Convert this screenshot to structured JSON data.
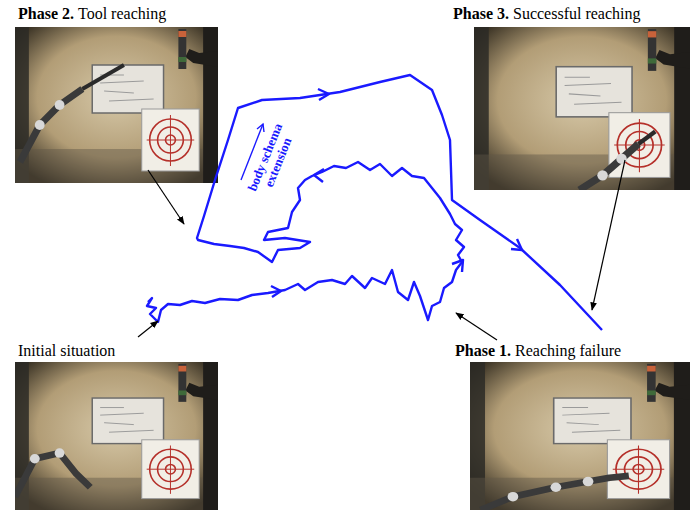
{
  "diagram": {
    "nodes": [
      {
        "text": [
          "Phase 2.",
          "Tool reaching"
        ]
      },
      {
        "text": [
          "Phase 3.",
          "Successful reaching"
        ]
      },
      {
        "text": [
          "Initial situation"
        ]
      },
      {
        "text": [
          "Phase 1.",
          "Reaching failure"
        ]
      }
    ],
    "labels": [
      "body schema extension"
    ]
  }
}
